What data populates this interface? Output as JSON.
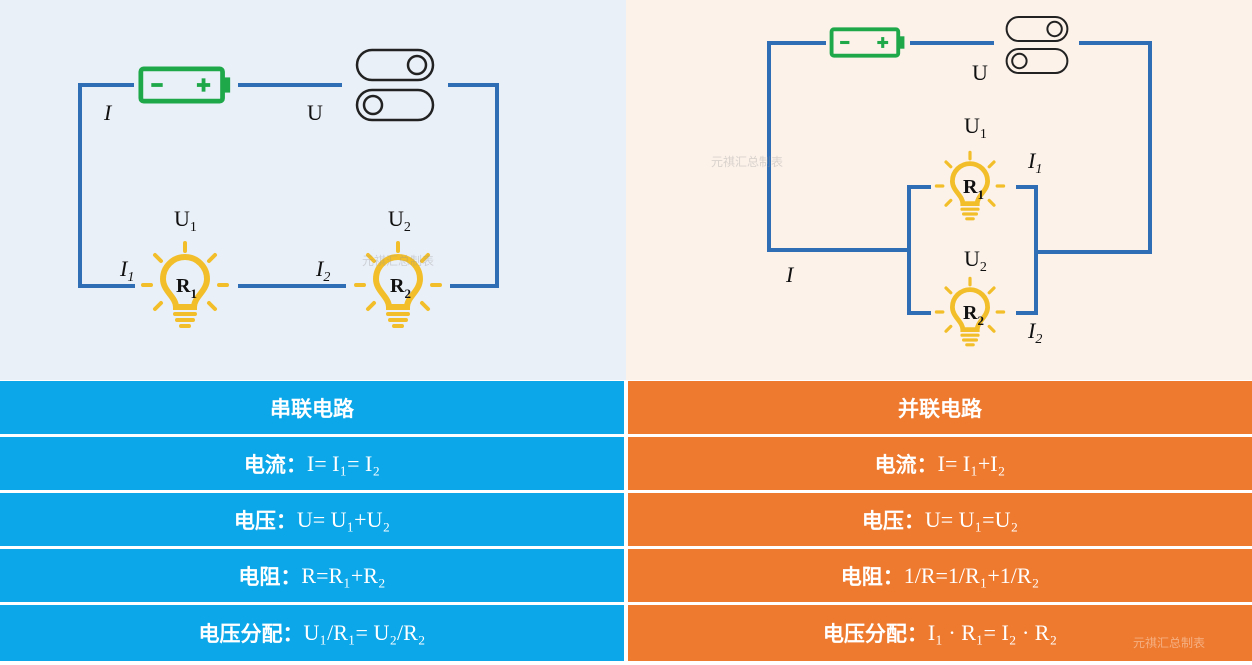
{
  "series_panel": {
    "labels": {
      "I": "I",
      "U": "U",
      "U1": "U",
      "U1_sub": "1",
      "U2": "U",
      "U2_sub": "2",
      "I1": "I",
      "I1_sub": "1",
      "I2": "I",
      "I2_sub": "2",
      "R1": "R",
      "R1_sub": "1",
      "R2": "R",
      "R2_sub": "2"
    }
  },
  "parallel_panel": {
    "labels": {
      "I": "I",
      "U": "U",
      "U1": "U",
      "U1_sub": "1",
      "U2": "U",
      "U2_sub": "2",
      "I1": "I",
      "I1_sub": "1",
      "I2": "I",
      "I2_sub": "2",
      "R1": "R",
      "R1_sub": "1",
      "R2": "R",
      "R2_sub": "2"
    }
  },
  "colors": {
    "wire": "#2f6db5",
    "battery": "#1fa84a",
    "bulb": "#f2bf2a",
    "series": "#0ba7e9",
    "parallel": "#ee7a2f"
  },
  "table": {
    "series": {
      "header": "串联电路",
      "rows": [
        {
          "label": "电流：",
          "formula": "I= I₁= I₂"
        },
        {
          "label": "电压：",
          "formula": "U= U₁+U₂"
        },
        {
          "label": "电阻：",
          "formula": "R=R₁+R₂"
        },
        {
          "label": "电压分配：",
          "formula": "U₁/R₁= U₂/R₂"
        }
      ]
    },
    "parallel": {
      "header": "并联电路",
      "rows": [
        {
          "label": "电流：",
          "formula": "I= I₁+I₂"
        },
        {
          "label": "电压：",
          "formula": "U= U₁=U₂"
        },
        {
          "label": "电阻：",
          "formula": "1/R=1/R₁+1/R₂"
        },
        {
          "label": "电压分配：",
          "formula": "I₁ · R₁= I₂ · R₂"
        }
      ]
    }
  },
  "watermark": "元祺汇总制表"
}
